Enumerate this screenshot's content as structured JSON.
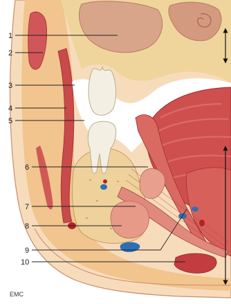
{
  "figure": {
    "labels": [
      "1",
      "2",
      "3",
      "4",
      "5",
      "6",
      "7",
      "8",
      "9",
      "10"
    ],
    "credit": "EMC",
    "colors": {
      "skin": "#f6d9b8",
      "fat": "#f2c38d",
      "bone": "#eed49b",
      "muscle": "#c9484b",
      "muscle_light": "#e07a6d",
      "sinus": "#d9a48c",
      "tooth": "#f3eee2",
      "vein": "#2d6fb6",
      "artery": "#b3222a",
      "gland": "#e89a88"
    },
    "icons": [
      "tooth-icon",
      "double-arrow-icon"
    ]
  }
}
